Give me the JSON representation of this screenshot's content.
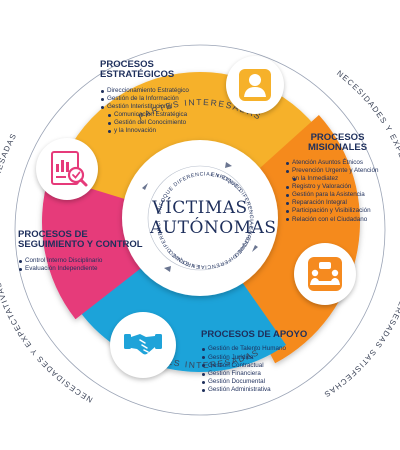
{
  "outer_ring": {
    "top": "PARTES INTERESADAS",
    "bottom": "PARTES INTERESADAS",
    "left": "NECESIDADES Y EXPECTATIVAS DE LAS PARTES INTERESADAS",
    "right": "NECESIDADES Y EXPECTATIVAS DE LAS PARTES INTERESADAS SATISFECHAS"
  },
  "center": {
    "title_line1": "VÍCTIMAS",
    "title_line2": "AUTÓNOMAS",
    "ring_text": "ENFOQUE DIFERENCIAL Y ÉTNICO"
  },
  "segments": {
    "estrategicos": {
      "title": "PROCESOS ESTRATÉGICOS",
      "color": "#f6b12a",
      "icon": "person-icon",
      "items": [
        "Direccionamiento Estratégico",
        "Gestión de la Información",
        "Gestión Interistitucional"
      ],
      "subitems": [
        "Comunicación Estratégica",
        "Gestión del Conocimiento",
        "y la Innovación"
      ]
    },
    "misionales": {
      "title_line1": "PROCESOS",
      "title_line2": "MISIONALES",
      "color": "#f58a1f",
      "icon": "meeting-icon",
      "items": [
        "Atención Asuntos Étnicos",
        "Prevención Urgente y Atención",
        "en la Inmediatez",
        "Registro y Valoración",
        "Gestión para la Asistencia",
        "Reparación Integral",
        "Participación y Visibilización",
        "Relación con el Ciudadano"
      ]
    },
    "apoyo": {
      "title": "PROCESOS DE APOYO",
      "color": "#1fa3d9",
      "icon": "handshake-icon",
      "items": [
        "Gestión de Talento Humano",
        "Gestión Jurídica",
        "Gestión Contractual",
        "Gestión Financiera",
        "Gestión Documental",
        "Gestión Administrativa"
      ]
    },
    "seguimiento": {
      "title_line1": "PROCESOS DE",
      "title_line2": "SEGUIMIENTO Y CONTROL",
      "color": "#e63a7a",
      "icon": "report-icon",
      "items": [
        "Control Interno Disciplinario",
        "Evaluación Independiente"
      ]
    }
  }
}
